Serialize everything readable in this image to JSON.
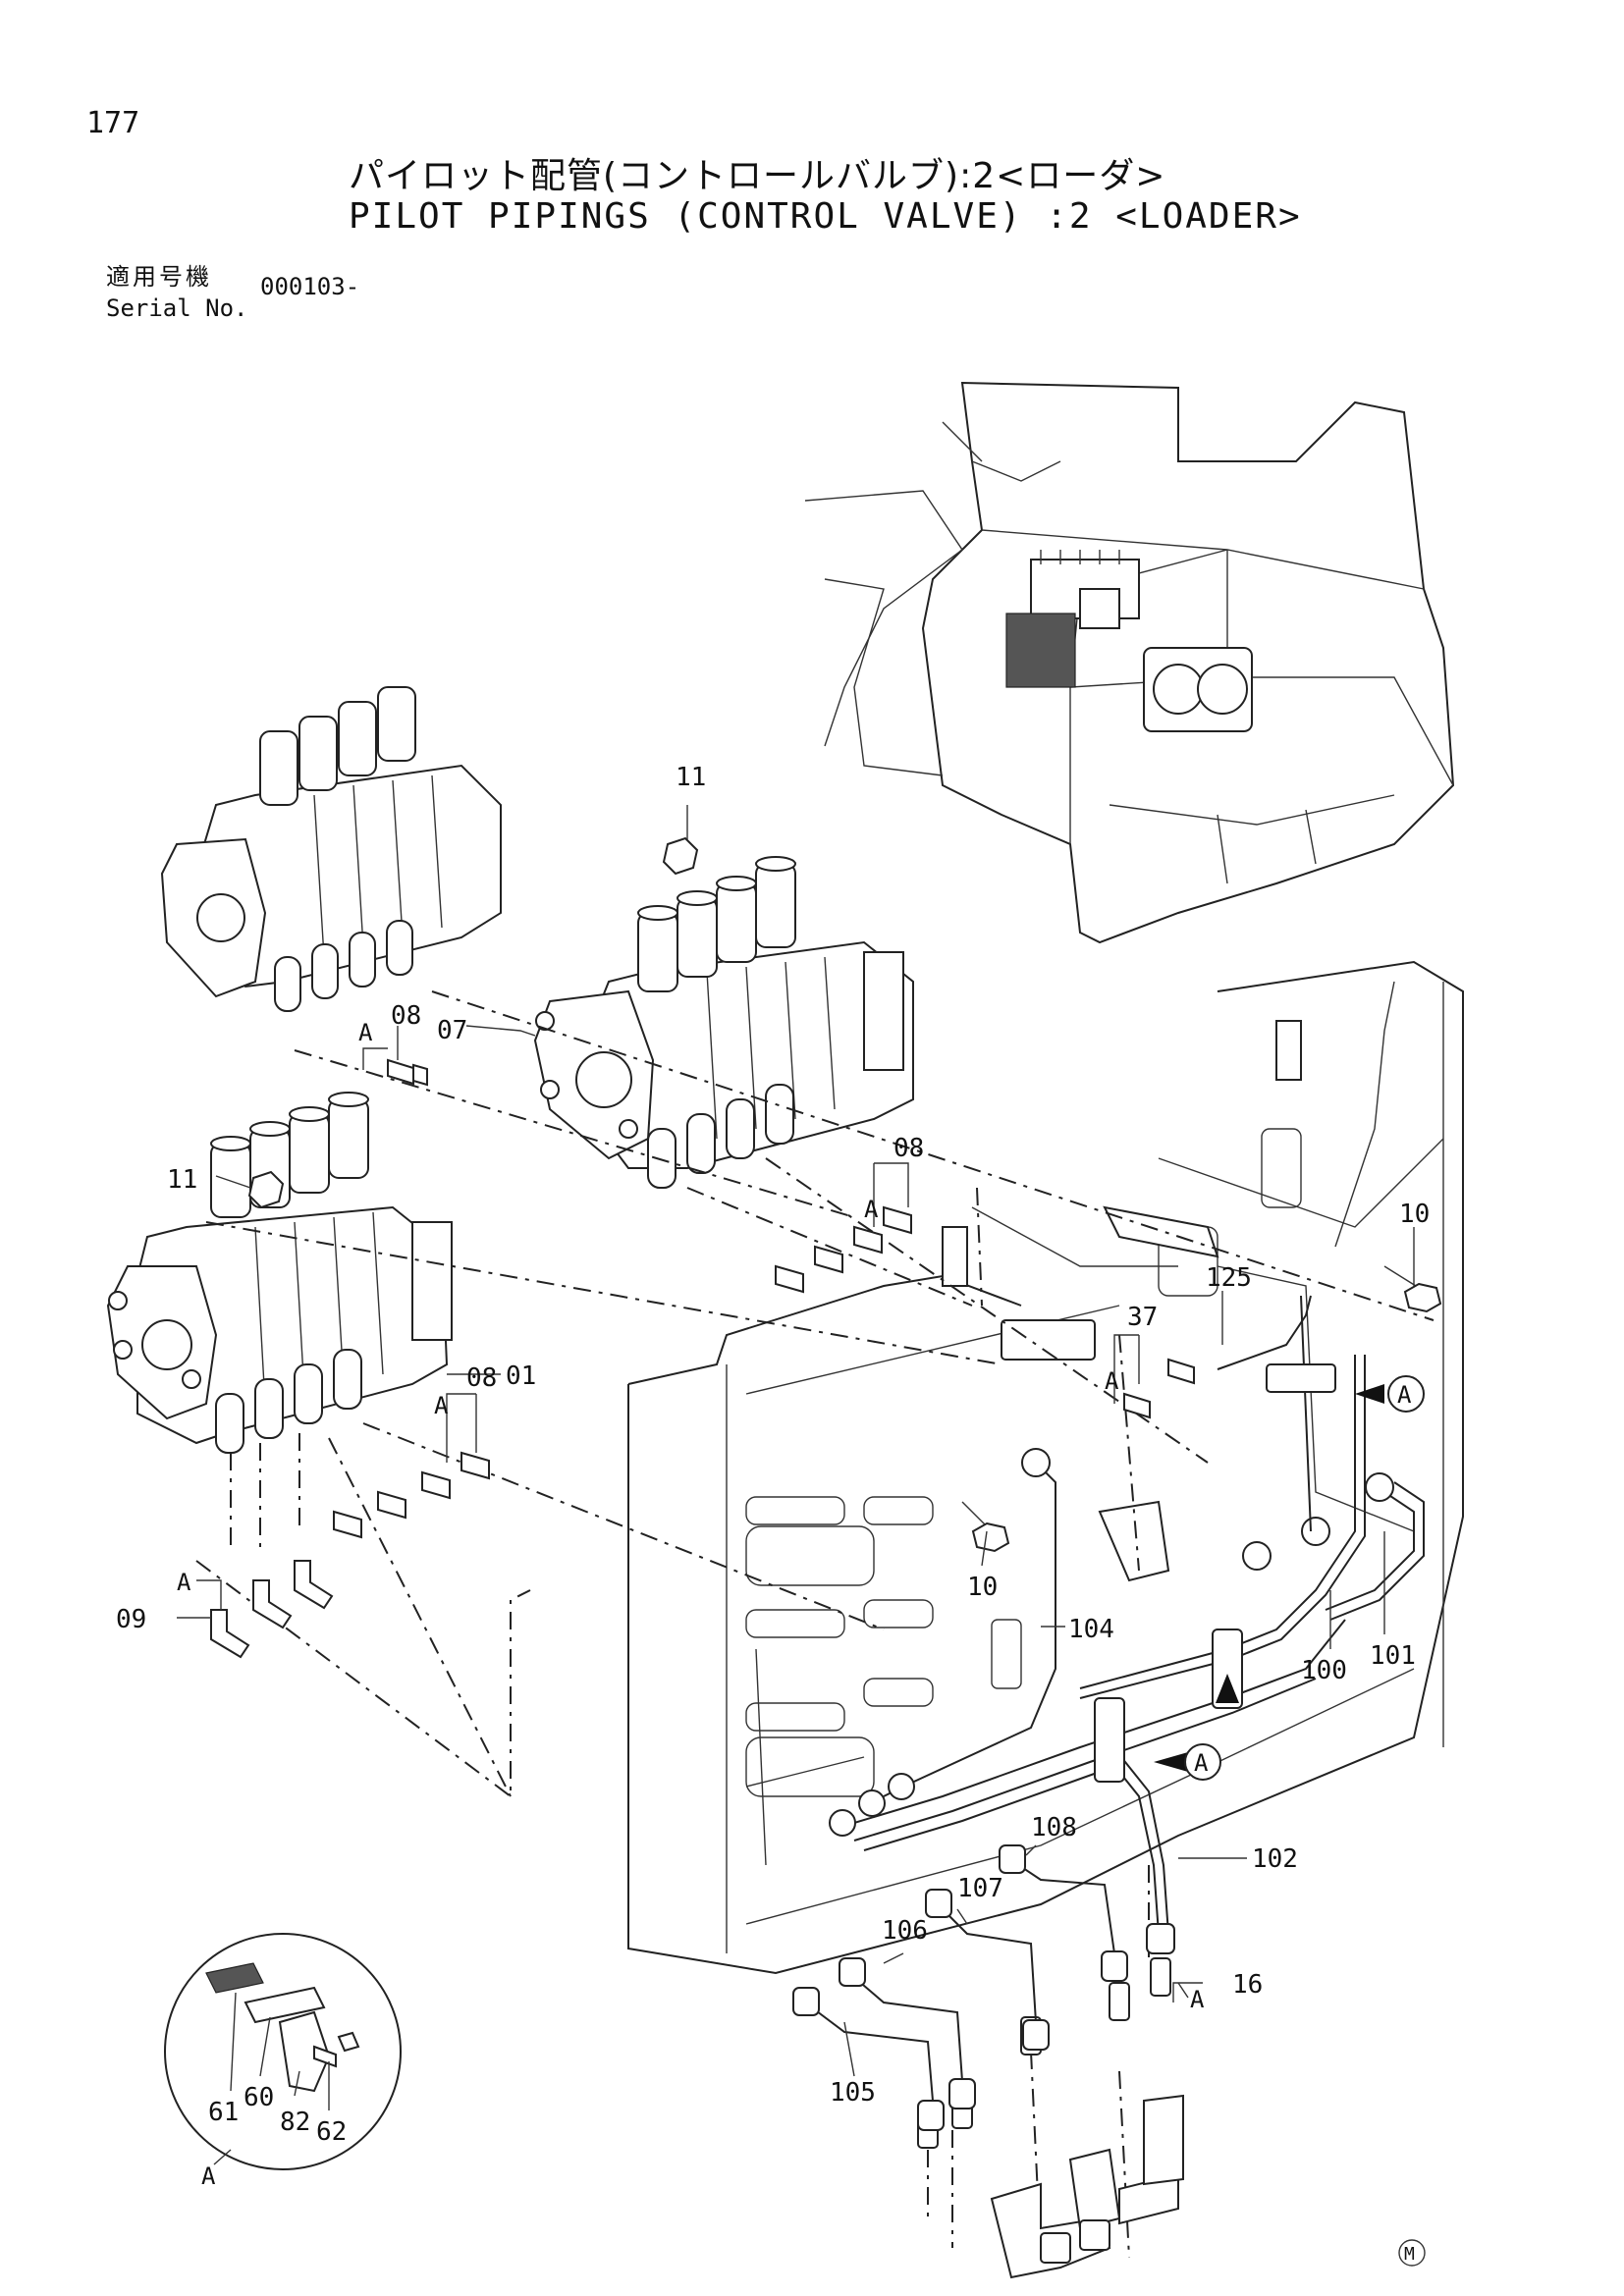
{
  "header": {
    "page_number": "177",
    "title_jp": "パイロット配管(コントロールバルブ):2<ローダ>",
    "title_en": "PILOT PIPINGS (CONTROL VALVE) :2 <LOADER>",
    "serial_label_jp": "適用号機",
    "serial_label_en": "Serial No.",
    "serial_value": "000103-"
  },
  "callouts": {
    "p01": "01",
    "p07": "07",
    "p08a": "08",
    "p08b": "08",
    "p08c": "08",
    "p09": "09",
    "p10a": "10",
    "p10b": "10",
    "p11a": "11",
    "p11b": "11",
    "p16": "16",
    "p37": "37",
    "p100": "100",
    "p101": "101",
    "p102": "102",
    "p104": "104",
    "p105": "105",
    "p106": "106",
    "p107": "107",
    "p108": "108",
    "p125": "125",
    "p60": "60",
    "p61": "61",
    "p62": "62",
    "p82": "82"
  },
  "refs": {
    "a1": "A",
    "a2": "A",
    "a3": "A",
    "a4": "A",
    "a5": "A",
    "a6": "A",
    "a7": "A",
    "a8": "A",
    "a9": "A"
  },
  "footer": {
    "mark": "M"
  }
}
